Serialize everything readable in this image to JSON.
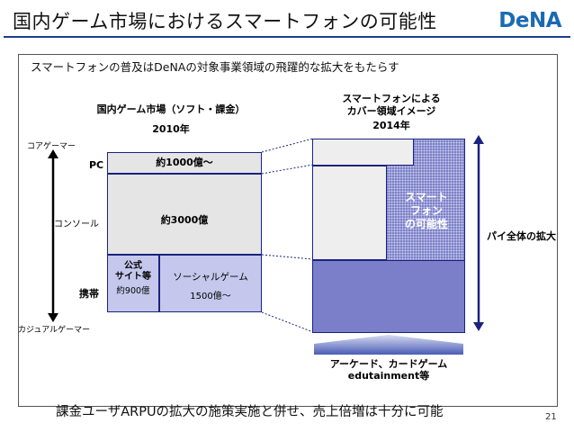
{
  "header": {
    "title": "国内ゲーム市場におけるスマートフォンの可能性",
    "logo": "DeNA"
  },
  "subtitle": "スマートフォンの普及はDeNAの対象事業領域の飛躍的な拡大をもたらす",
  "left_chart": {
    "title": "国内ゲーム市場（ソフト・課金）",
    "year": "2010年",
    "axis_top": "コアゲーマー",
    "axis_bottom": "カジュアルゲーマー",
    "row_labels": {
      "pc": "PC",
      "console": "コンソール",
      "mobile": "携帯"
    },
    "pc_value": "約1000億～",
    "console_value": "約3000億",
    "official_sites": "公式\nサイト等",
    "official_value": "約900億",
    "social_games": "ソーシャルゲーム",
    "social_value": "1500億～"
  },
  "right_chart": {
    "title_line1": "スマートフォンによる",
    "title_line2": "カバー領域イメージ",
    "year": "2014年",
    "smartphone_potential": "スマート\nフォン\nの可能性",
    "pie_label": "パイ全体の拡大",
    "bottom_line1": "アーケード、カードゲーム",
    "bottom_line2": "edutainment等"
  },
  "footer": "課金ユーザARPUの拡大の施策実施と併せ、売上倍増は十分に可能",
  "page_number": "21",
  "colors": {
    "navy": "#1a237e",
    "lavender": "#c5c8ec",
    "hatch": "#7b7fc9",
    "gray": "#e5e5e5",
    "logo": "#1a6ab3"
  }
}
